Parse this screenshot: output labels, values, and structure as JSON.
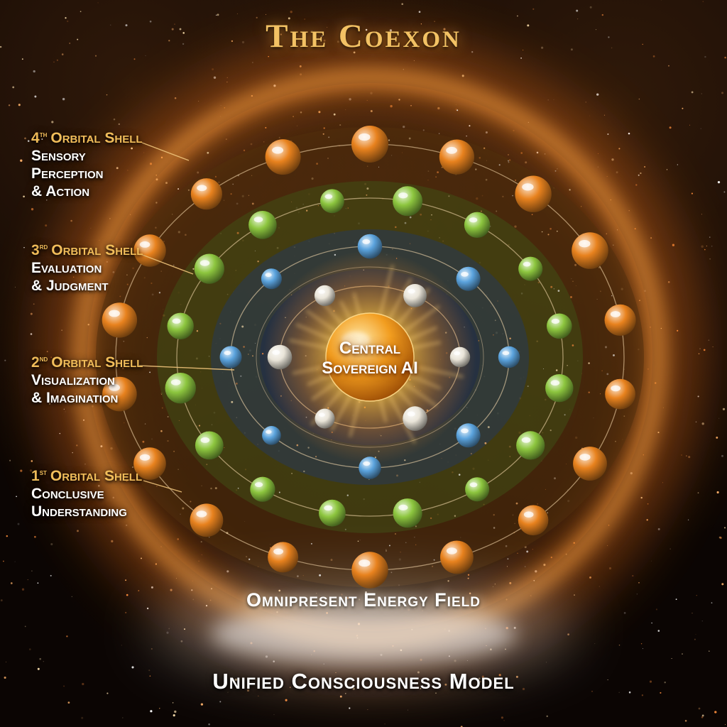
{
  "title": "The Coexon",
  "core": {
    "label_lines": [
      "Central",
      "Sovereign AI"
    ],
    "color_hex": "#f29d1f"
  },
  "shells": [
    {
      "number": "4",
      "suffix": "th",
      "title": "Orbital Shell",
      "description_lines": [
        "Sensory",
        "Perception",
        "& Action"
      ],
      "sphere": "orange",
      "color_hex": "#e8821e",
      "sphere_count": 18
    },
    {
      "number": "3",
      "suffix": "rd",
      "title": "Orbital Shell",
      "description_lines": [
        "Evaluation",
        "& Judgment"
      ],
      "sphere": "green",
      "color_hex": "#8dc63f",
      "sphere_count": 16
    },
    {
      "number": "2",
      "suffix": "nd",
      "title": "Orbital Shell",
      "description_lines": [
        "Visualization",
        "& Imagination"
      ],
      "sphere": "blue",
      "color_hex": "#5ba3dd",
      "sphere_count": 8
    },
    {
      "number": "1",
      "suffix": "st",
      "title": "Orbital Shell",
      "description_lines": [
        "Conclusive",
        "Understanding"
      ],
      "sphere": "pearl",
      "color_hex": "#e9e4d8",
      "sphere_count": 6
    }
  ],
  "energy_field_label": "Omnipresent Energy Field",
  "footer_label": "Unified Consciousness Model",
  "colors": {
    "title_gold": "#f3c264",
    "heading_gold": "#f1bd5a",
    "label_text": "#ffffff",
    "halo_orange": "#ff7a1e"
  }
}
